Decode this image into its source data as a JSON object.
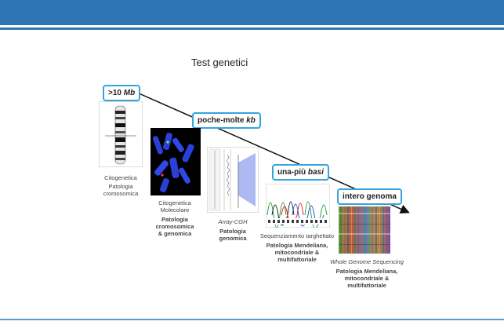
{
  "header": {
    "title": "Test genetici"
  },
  "stages": [
    {
      "prefix": ">10 ",
      "unit": "Mb",
      "caption_method": "Citogenetica",
      "caption_pathology": "Patologia cromosomica"
    },
    {
      "prefix": "poche-molte ",
      "unit": "kb",
      "caption_method": "Citogenetica Molecolare",
      "caption_pathology": "Patologia cromosomica & genomica"
    },
    {
      "method_italic": "Array-CGH",
      "caption_pathology": "Patologia genomica"
    },
    {
      "prefix": "una-più ",
      "unit": "basi",
      "caption_method": "Sequenziamento targhettato",
      "caption_pathology": "Patologia Mendeliana, mitocondriale & multifattoriale"
    },
    {
      "prefix": "intero genoma",
      "method_italic": "Whole Genome Sequencing",
      "caption_pathology": "Patologia Mendeliana, mitocondriale & multifattoriale"
    }
  ],
  "colors": {
    "accent": "#2f75b5",
    "pill_border": "#35a4dc",
    "fish_bg": "#000000",
    "chrom_blue": "#2b3fd9"
  }
}
